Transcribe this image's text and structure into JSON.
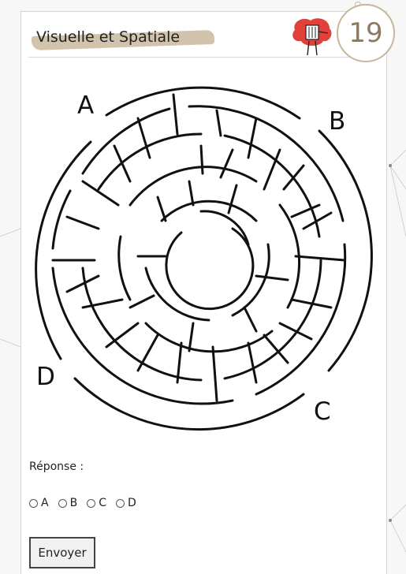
{
  "header": {
    "category": "Visuelle et Spatiale",
    "question_number": "19"
  },
  "maze": {
    "corner_labels": [
      "A",
      "B",
      "C",
      "D"
    ]
  },
  "answer": {
    "label": "Réponse :",
    "options": [
      "A",
      "B",
      "C",
      "D"
    ]
  },
  "submit": {
    "label": "Envoyer"
  },
  "colors": {
    "accent": "#c9b89d",
    "badge_text": "#8c7a60"
  }
}
